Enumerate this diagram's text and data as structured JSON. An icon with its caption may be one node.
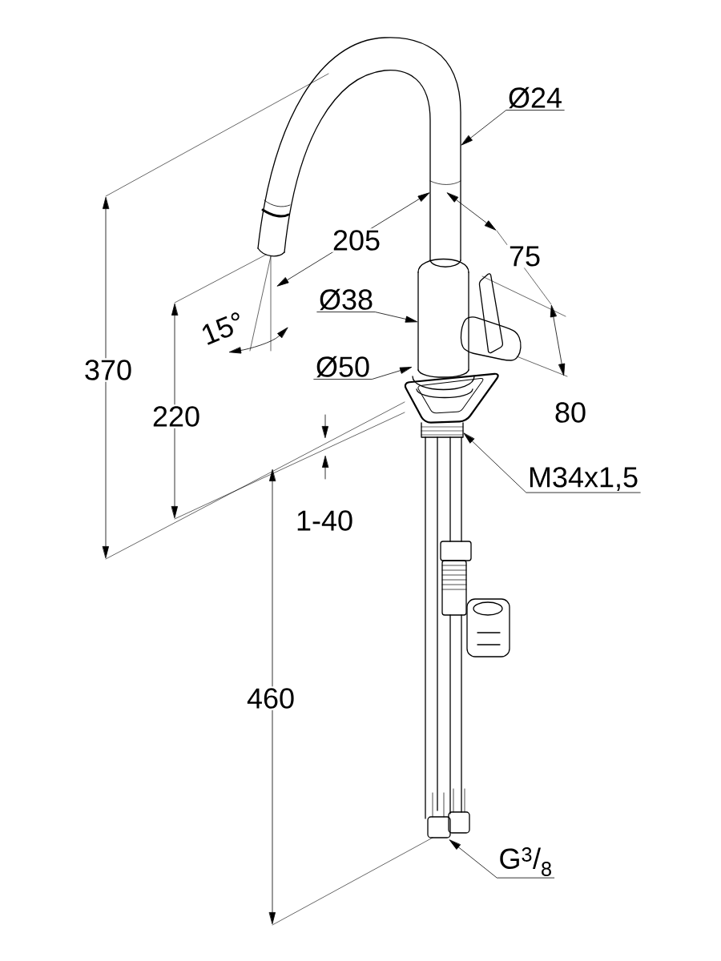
{
  "diagram": {
    "nodes": [
      {
        "text": [
          "Ø24"
        ]
      },
      {
        "text": [
          "Ø38"
        ]
      },
      {
        "text": [
          "Ø50"
        ]
      },
      {
        "text": [
          "M34x1,5"
        ]
      },
      {
        "text": [
          "G$^{3}$/$_{8}$"
        ]
      }
    ],
    "edges": [
      {
        "from": 0,
        "to": null,
        "arrow": "to"
      },
      {
        "from": 1,
        "to": null,
        "arrow": "to"
      },
      {
        "from": 2,
        "to": null,
        "arrow": "to"
      },
      {
        "from": 3,
        "to": null,
        "arrow": "to"
      },
      {
        "from": 4,
        "to": null,
        "arrow": "to"
      }
    ],
    "labels": [
      "205",
      "75",
      "370",
      "15°",
      "220",
      "80",
      "1-40",
      "460"
    ]
  }
}
